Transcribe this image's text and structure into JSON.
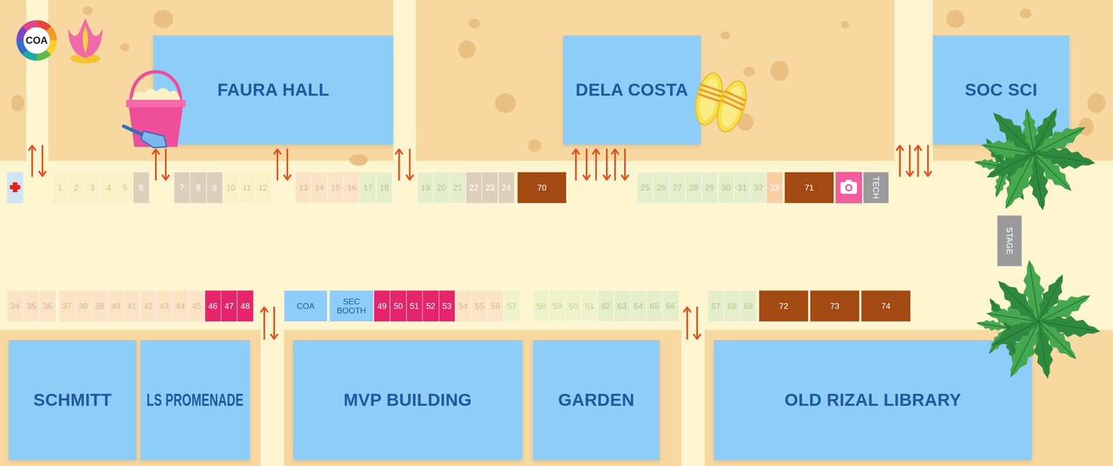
{
  "diagram": {
    "nodes": [
      {
        "text": [
          "COA"
        ]
      },
      {
        "text": [
          "FAURA HALL"
        ]
      },
      {
        "text": [
          "DELA COSTA"
        ]
      },
      {
        "text": [
          "SOC SCI"
        ]
      },
      {
        "text": [
          "1"
        ]
      },
      {
        "text": [
          "2"
        ]
      },
      {
        "text": [
          "3"
        ]
      },
      {
        "text": [
          "4"
        ]
      },
      {
        "text": [
          "5"
        ]
      },
      {
        "text": [
          "6"
        ]
      },
      {
        "text": [
          "7"
        ]
      },
      {
        "text": [
          "8"
        ]
      },
      {
        "text": [
          "9"
        ]
      },
      {
        "text": [
          "10"
        ]
      },
      {
        "text": [
          "11"
        ]
      },
      {
        "text": [
          "12"
        ]
      },
      {
        "text": [
          "13"
        ]
      },
      {
        "text": [
          "14"
        ]
      },
      {
        "text": [
          "15"
        ]
      },
      {
        "text": [
          "16"
        ]
      },
      {
        "text": [
          "17"
        ]
      },
      {
        "text": [
          "18"
        ]
      },
      {
        "text": [
          "19"
        ]
      },
      {
        "text": [
          "20"
        ]
      },
      {
        "text": [
          "21"
        ]
      },
      {
        "text": [
          "22"
        ]
      },
      {
        "text": [
          "23"
        ]
      },
      {
        "text": [
          "24"
        ]
      },
      {
        "text": [
          "70"
        ]
      },
      {
        "text": [
          "25"
        ]
      },
      {
        "text": [
          "26"
        ]
      },
      {
        "text": [
          "27"
        ]
      },
      {
        "text": [
          "28"
        ]
      },
      {
        "text": [
          "29"
        ]
      },
      {
        "text": [
          "30"
        ]
      },
      {
        "text": [
          "31"
        ]
      },
      {
        "text": [
          "32"
        ]
      },
      {
        "text": [
          "33"
        ]
      },
      {
        "text": [
          "71"
        ]
      },
      {
        "text": [
          "TECH"
        ]
      },
      {
        "text": [
          "STAGE"
        ]
      },
      {
        "text": [
          "34"
        ]
      },
      {
        "text": [
          "35"
        ]
      },
      {
        "text": [
          "36"
        ]
      },
      {
        "text": [
          "37"
        ]
      },
      {
        "text": [
          "38"
        ]
      },
      {
        "text": [
          "39"
        ]
      },
      {
        "text": [
          "40"
        ]
      },
      {
        "text": [
          "41"
        ]
      },
      {
        "text": [
          "42"
        ]
      },
      {
        "text": [
          "43"
        ]
      },
      {
        "text": [
          "44"
        ]
      },
      {
        "text": [
          "45"
        ]
      },
      {
        "text": [
          "46"
        ]
      },
      {
        "text": [
          "47"
        ]
      },
      {
        "text": [
          "48"
        ]
      },
      {
        "text": [
          "COA"
        ]
      },
      {
        "text": [
          "SEC BOOTH"
        ]
      },
      {
        "text": [
          "49"
        ]
      },
      {
        "text": [
          "50"
        ]
      },
      {
        "text": [
          "51"
        ]
      },
      {
        "text": [
          "52"
        ]
      },
      {
        "text": [
          "53"
        ]
      },
      {
        "text": [
          "54"
        ]
      },
      {
        "text": [
          "55"
        ]
      },
      {
        "text": [
          "56"
        ]
      },
      {
        "text": [
          "57"
        ]
      },
      {
        "text": [
          "58"
        ]
      },
      {
        "text": [
          "59"
        ]
      },
      {
        "text": [
          "60"
        ]
      },
      {
        "text": [
          "61"
        ]
      },
      {
        "text": [
          "62"
        ]
      },
      {
        "text": [
          "63"
        ]
      },
      {
        "text": [
          "64"
        ]
      },
      {
        "text": [
          "65"
        ]
      },
      {
        "text": [
          "66"
        ]
      },
      {
        "text": [
          "67"
        ]
      },
      {
        "text": [
          "68"
        ]
      },
      {
        "text": [
          "69"
        ]
      },
      {
        "text": [
          "72"
        ]
      },
      {
        "text": [
          "73"
        ]
      },
      {
        "text": [
          "74"
        ]
      },
      {
        "text": [
          "SCHMITT"
        ]
      },
      {
        "text": [
          "LS PROMENADE"
        ]
      },
      {
        "text": [
          "MVP BUILDING"
        ]
      },
      {
        "text": [
          "GARDEN"
        ]
      },
      {
        "text": [
          "OLD RIZAL LIBRARY"
        ]
      }
    ]
  }
}
